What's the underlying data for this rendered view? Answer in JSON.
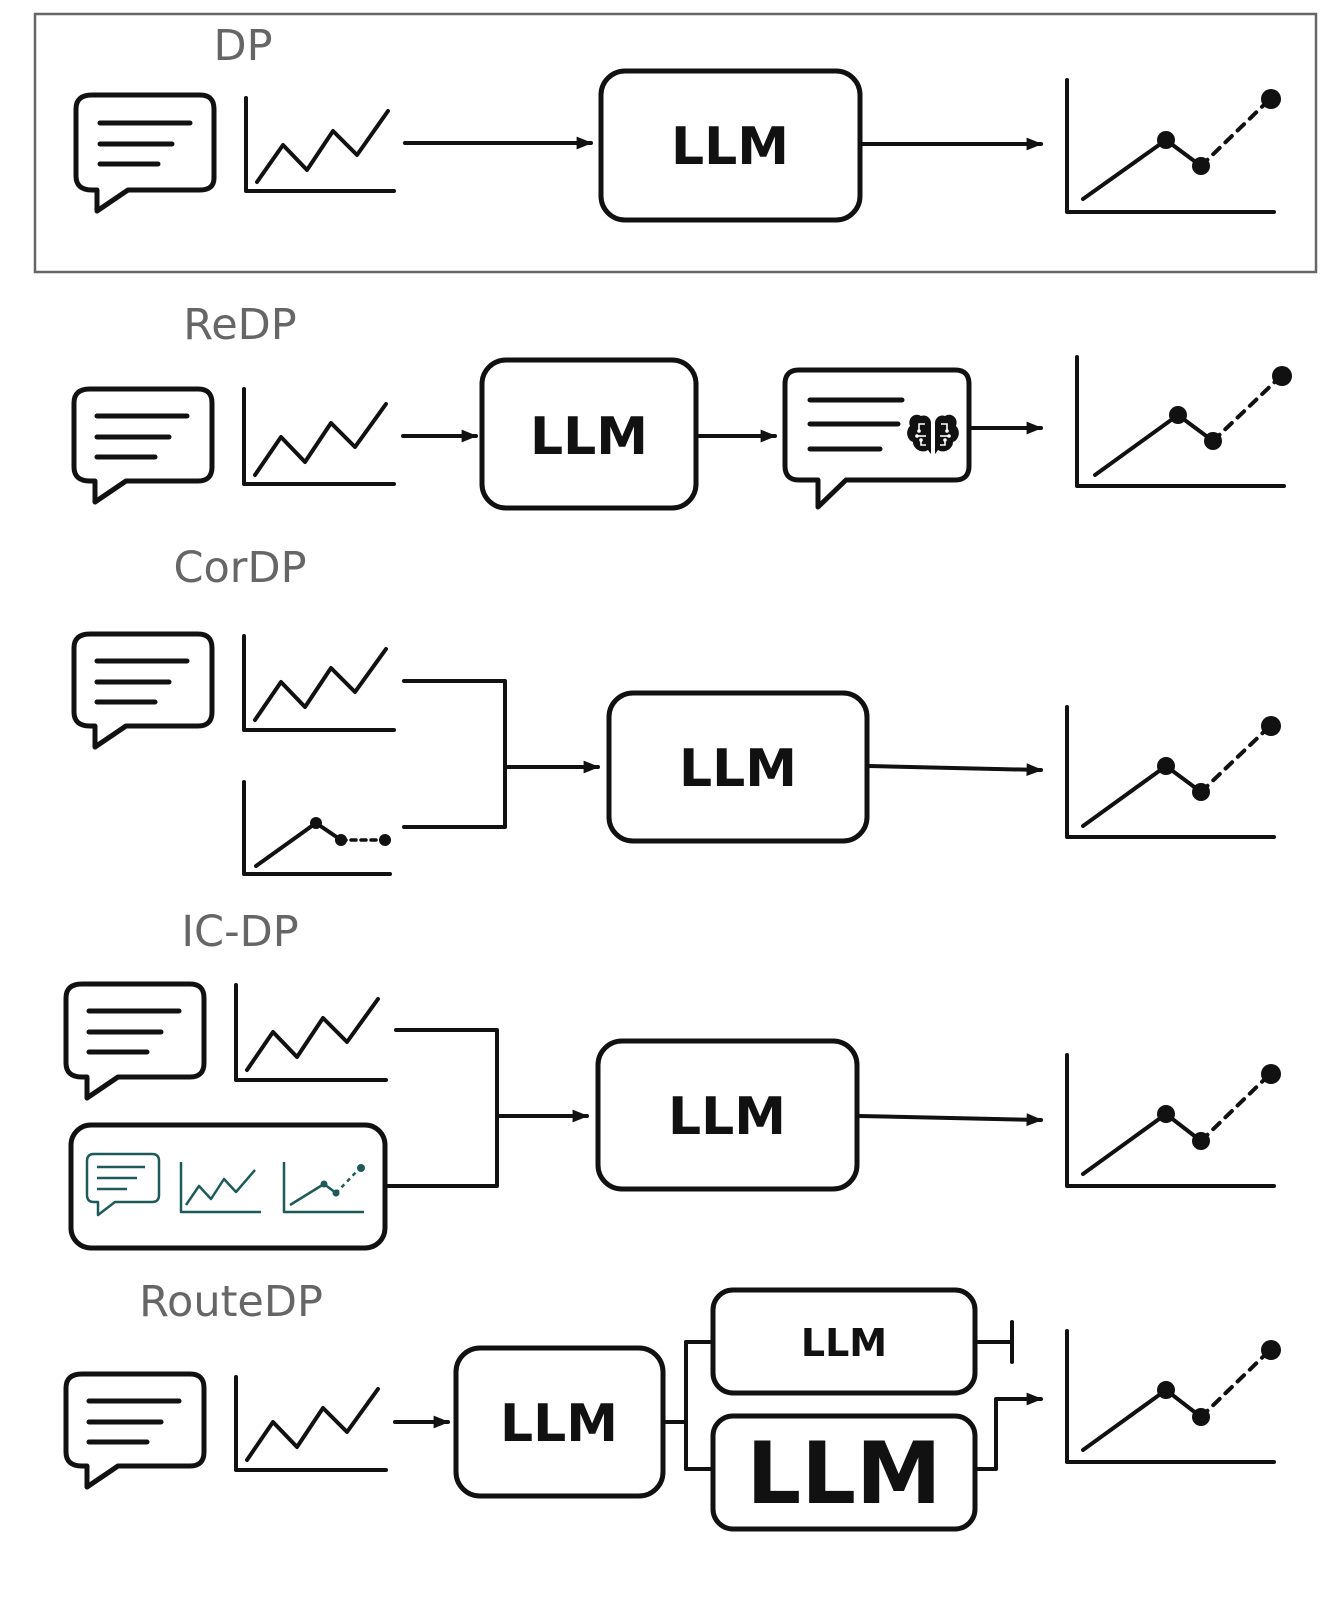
{
  "colors": {
    "ink": "#111111",
    "label": "#666666",
    "highlight_frame": "#666666",
    "example_icons": "#1f5a5a"
  },
  "icons": [
    "chat-bubble-icon",
    "time-series-icon",
    "forecast-plot-icon",
    "brain-circuit-icon"
  ],
  "pipelines": [
    {
      "name": "DP",
      "highlighted": true,
      "llm_labels": [
        "LLM"
      ]
    },
    {
      "name": "ReDP",
      "highlighted": false,
      "llm_labels": [
        "LLM"
      ]
    },
    {
      "name": "CorDP",
      "highlighted": false,
      "llm_labels": [
        "LLM"
      ]
    },
    {
      "name": "IC-DP",
      "highlighted": false,
      "llm_labels": [
        "LLM"
      ]
    },
    {
      "name": "RouteDP",
      "highlighted": false,
      "llm_labels": [
        "LLM",
        "LLM",
        "LLM"
      ]
    }
  ]
}
